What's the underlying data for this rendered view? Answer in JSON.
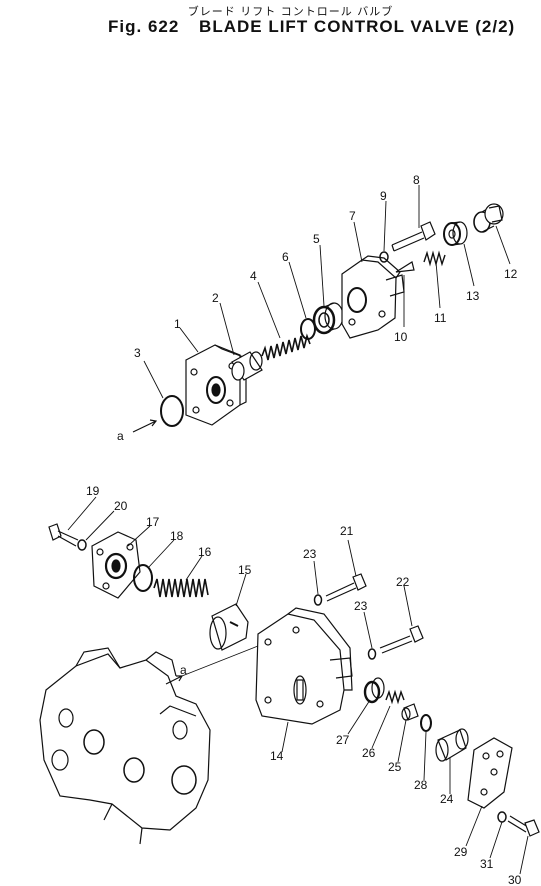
{
  "header": {
    "jp_title": "ブレード リフト コントロール バルブ",
    "fig_label": "Fig. 622",
    "title": "BLADE LIFT CONTROL VALVE (2/2)"
  },
  "callouts": {
    "p1": "1",
    "p2": "2",
    "p3": "3",
    "p4": "4",
    "p5": "5",
    "p6": "6",
    "p7": "7",
    "p8": "8",
    "p9": "9",
    "p10": "10",
    "p11": "11",
    "p12": "12",
    "p13": "13",
    "p14": "14",
    "p15": "15",
    "p16": "16",
    "p17": "17",
    "p18": "18",
    "p19": "19",
    "p20": "20",
    "p21": "21",
    "p22": "22",
    "p23a": "23",
    "p23b": "23",
    "p24": "24",
    "p25": "25",
    "p26": "26",
    "p27": "27",
    "p28": "28",
    "p29": "29",
    "p30": "30",
    "p31": "31",
    "ref_a_upper": "a",
    "ref_a_lower": "a"
  }
}
